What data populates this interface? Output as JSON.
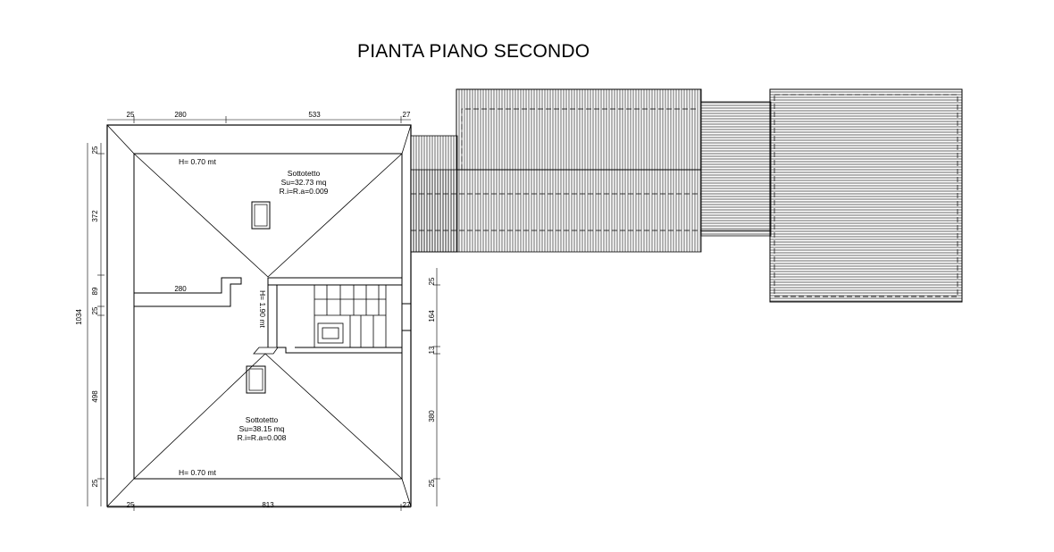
{
  "title": "PIANTA PIANO SECONDO",
  "rooms": {
    "upper": {
      "name": "Sottotetto",
      "area": "Su=32.73  mq",
      "ratio": "R.i=R.a=0.009"
    },
    "lower": {
      "name": "Sottotetto",
      "area": "Su=38.15  mq",
      "ratio": "R.i=R.a=0.008"
    }
  },
  "heights": {
    "top": "H=  0.70  mt",
    "bottom": "H=  0.70  mt",
    "center": "H=  1.90  mt"
  },
  "dimensions": {
    "top": [
      "25",
      "280",
      "533",
      "27"
    ],
    "bottom": [
      "25",
      "813",
      "27"
    ],
    "left_total": "1034",
    "left": [
      "25",
      "372",
      "89",
      "25",
      "498",
      "25"
    ],
    "inner": "280",
    "right": [
      "25",
      "164",
      "13",
      "380",
      "25"
    ]
  }
}
